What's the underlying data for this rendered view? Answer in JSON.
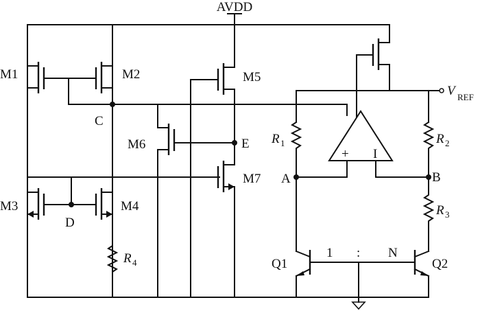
{
  "supply": {
    "label": "AVDD"
  },
  "output": {
    "symbol": "V",
    "subscript": "REF"
  },
  "transistors": {
    "m1": "M1",
    "m2": "M2",
    "m3": "M3",
    "m4": "M4",
    "m5": "M5",
    "m6": "M6",
    "m7": "M7",
    "q1": "Q1",
    "q2": "Q2"
  },
  "resistors": {
    "r1": {
      "symbol": "R",
      "subscript": "1"
    },
    "r2": {
      "symbol": "R",
      "subscript": "2"
    },
    "r3": {
      "symbol": "R",
      "subscript": "3"
    },
    "r4": {
      "symbol": "R",
      "subscript": "4"
    }
  },
  "nodes": {
    "a": "A",
    "b": "B",
    "c": "C",
    "d": "D",
    "e": "E"
  },
  "opamp": {
    "plus": "+",
    "minus": "I"
  },
  "ratio": {
    "left": "1",
    "sep": ":",
    "right": "N"
  }
}
